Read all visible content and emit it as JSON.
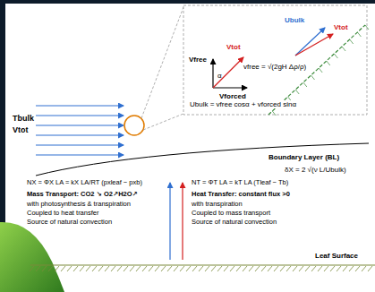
{
  "diagram": {
    "nodes": [
      {
        "text": [
          "Ubulk",
          "Vtot",
          "Vfree",
          "Vforced",
          "Vtot",
          "α",
          "vfree = √(2gH Δρ/ρ)",
          "Ubulk = vfree cosα + vforced sinα"
        ]
      }
    ],
    "labels": [
      "Tbulk",
      "Vtot",
      "Boundary Layer (BL)",
      "δX = 2 √(ν L/Ubulk)",
      "NX = ΦX LA = kX LA/RT (pxleaf − pxb)",
      "Mass Transport: CO2 ↘ O2↗H2O↗",
      "with photosynthesis & transpiration",
      "Coupled to heat transfer",
      "Source of natural convection",
      "NT = ΦT LA = kT LA (Tleaf − Tb)",
      "Heat Transfer: constant flux >0",
      "with transpiration",
      "Coupled to mass transport",
      "Source of natural convection",
      "Leaf Surface"
    ]
  }
}
